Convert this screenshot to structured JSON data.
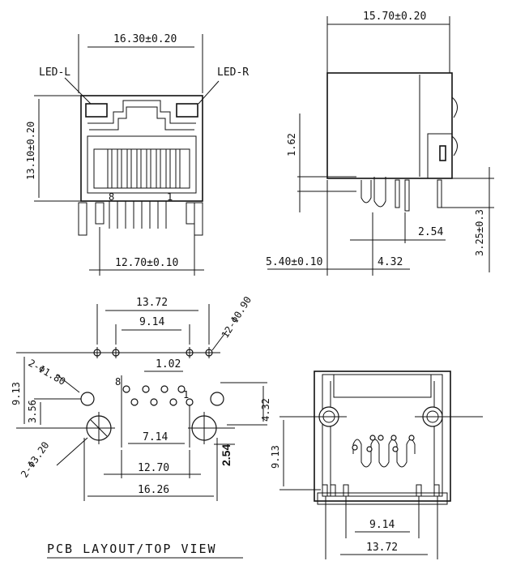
{
  "front_view": {
    "width_top": "16.30±0.20",
    "led_left": "LED-L",
    "led_right": "LED-R",
    "height": "13.10±0.20",
    "pin_8": "8",
    "pin_1": "1",
    "width_bottom": "12.70±0.10"
  },
  "side_view": {
    "depth": "15.70±0.20",
    "h162": "1.62",
    "d254": "2.54",
    "d325": "3.25±0.3",
    "d540": "5.40±0.10",
    "d432": "4.32"
  },
  "pcb_layout": {
    "d1372": "13.72",
    "d914": "9.14",
    "holes_090": "12-Φ0.90",
    "holes_180": "2-Φ1.80",
    "d102": "1.02",
    "d913": "9.13",
    "d356": "3.56",
    "pin_8": "8",
    "pin_1": "1",
    "d432": "4.32",
    "holes_320": "2-Φ3.20",
    "d714": "7.14",
    "d254": "2.54",
    "d1270": "12.70",
    "d1626": "16.26",
    "title": "PCB LAYOUT/TOP VIEW"
  },
  "bottom_view": {
    "d913": "9.13",
    "d914": "9.14",
    "d1372": "13.72"
  }
}
